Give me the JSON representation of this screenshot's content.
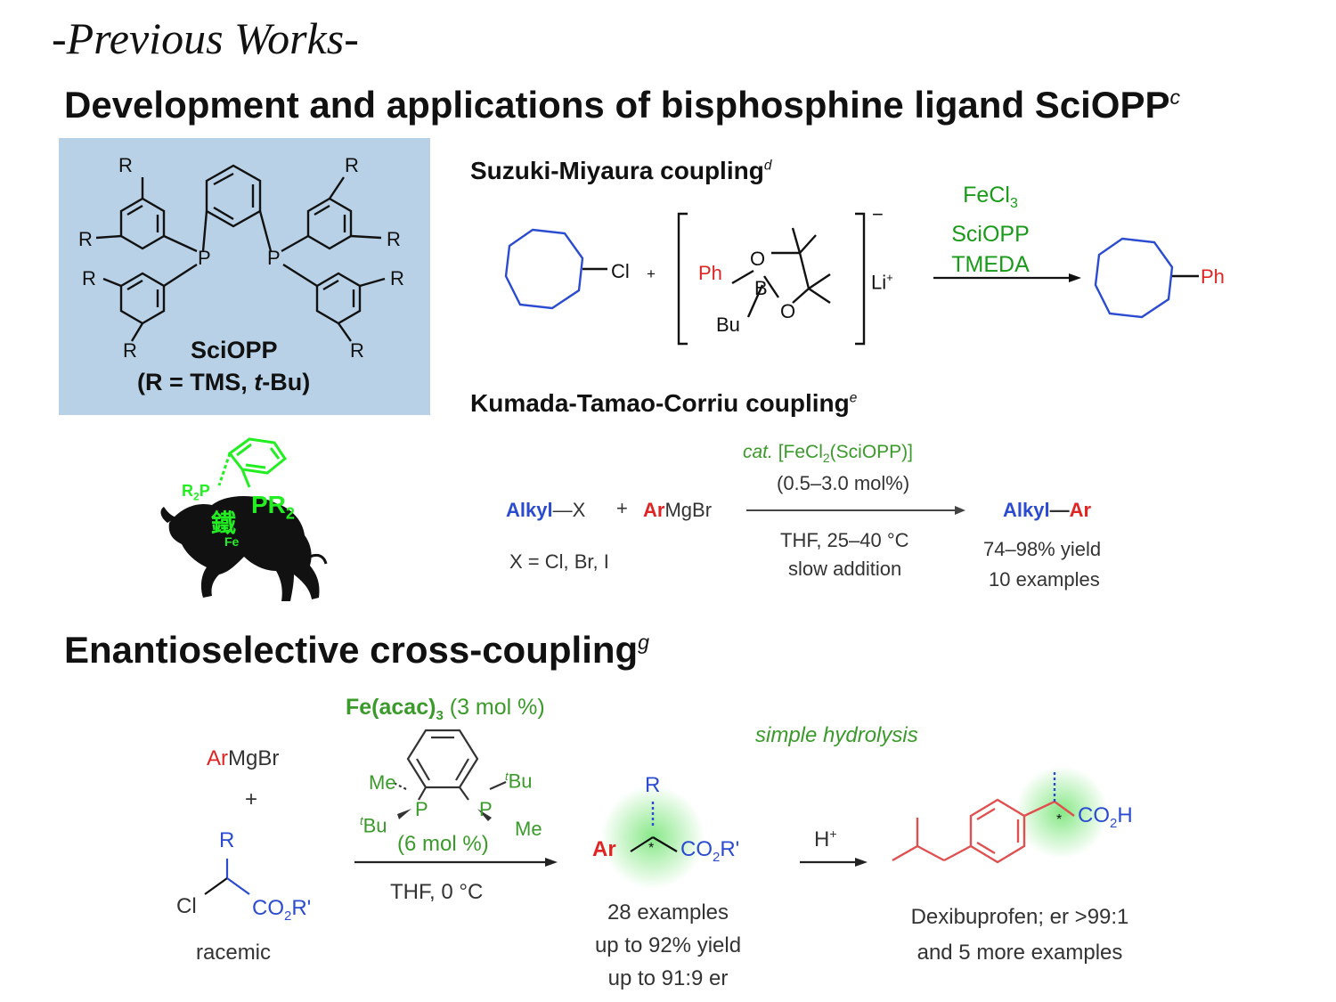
{
  "title": "-Previous Works-",
  "section1": {
    "heading": "Development and applications of bisphosphine ligand SciOPP",
    "sup": "c"
  },
  "ligand_box": {
    "name": "SciOPP",
    "definition_prefix": "(R = TMS, ",
    "definition_italic": "t",
    "definition_suffix": "-Bu)",
    "r_label": "R",
    "p_label": "P",
    "bg": "#b8d1e6"
  },
  "mascot": {
    "kanji": "鐵",
    "fe": "Fe",
    "pr2": "PR",
    "pr2_sub": "2",
    "r2p": "R",
    "r2p_sub": "2",
    "r2p_p": "P",
    "accent": "#22ee22"
  },
  "suzuki": {
    "heading": "Suzuki-Miyaura coupling",
    "sup": "d",
    "reagents": [
      "FeCl",
      "SciOPP",
      "TMEDA"
    ],
    "fecl_sub": "3",
    "cl": "Cl",
    "plus": "+",
    "ph": "Ph",
    "b": "B",
    "o": "O",
    "bu": "Bu",
    "charge": "−",
    "li": "Li",
    "li_sup": "+",
    "product_ph": "Ph"
  },
  "kumada": {
    "heading": "Kumada-Tamao-Corriu coupling",
    "sup": "e",
    "alkyl": "Alkyl",
    "x": "—X",
    "plus": "+",
    "ar": "Ar",
    "mgbr": "MgBr",
    "x_def": "X = Cl, Br, I",
    "cat_italic": "cat.",
    "cat_text": " [FeCl",
    "cat_sub": "2",
    "cat_text2": "(SciOPP)]",
    "loading": "(0.5–3.0 mol%)",
    "cond1": "THF, 25–40 °C",
    "cond2": "slow addition",
    "product_alkyl": "Alkyl",
    "product_dash": "—",
    "product_ar": "Ar",
    "yield": "74–98% yield",
    "examples": "10 examples"
  },
  "section2": {
    "heading": "Enantioselective cross-coupling",
    "sup": "g"
  },
  "enantio": {
    "ar": "Ar",
    "mgbr": "MgBr",
    "plus": "+",
    "r": "R",
    "cl": "Cl",
    "co2r": "CO",
    "co2r_sub": "2",
    "co2r_tail": "R'",
    "racemic": "racemic",
    "cat_main": "Fe(acac)",
    "cat_sub": "3",
    "cat_load": " (3 mol %)",
    "me": "Me",
    "tbu_sup": "t",
    "tbu": "Bu",
    "p": "P",
    "ligand_load": "(6 mol %)",
    "cond": "THF, 0 °C",
    "hydrolysis": "simple hydrolysis",
    "hplus": "H",
    "hplus_sup": "+",
    "prod_ar": "Ar",
    "prod_r": "R",
    "star": "*",
    "prod_co2r": "CO",
    "prod_co2r_sub": "2",
    "prod_co2r_tail": "R'",
    "ex1": "28 examples",
    "ex2": "up to 92% yield",
    "ex3": "up to 91:9 er",
    "dex_co2h": "CO",
    "dex_co2h_sub": "2",
    "dex_co2h_tail": "H",
    "dex1": "Dexibuprofen; er >99:1",
    "dex2": "and 5 more examples"
  }
}
